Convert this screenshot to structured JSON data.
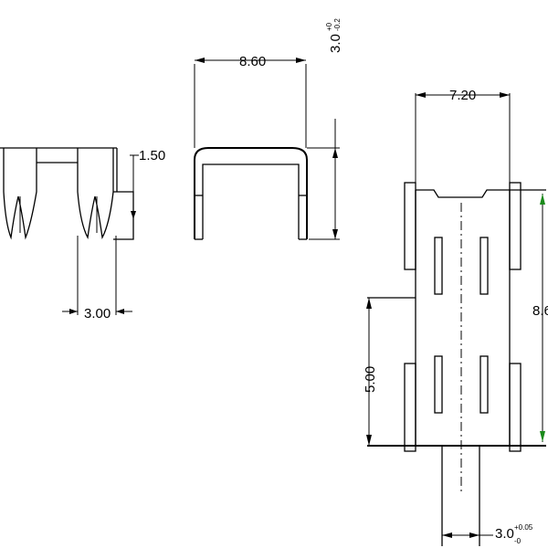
{
  "dimensions": {
    "side_pitch": "3.00",
    "side_height": "1.50",
    "front_width": "8.60",
    "front_height_base": "3.0",
    "front_height_tol_upper": "+0",
    "front_height_tol_lower": "-0.2",
    "top_width": "7.20",
    "top_height": "8.6",
    "top_spacing": "5.00",
    "bottom_base": "3.0",
    "bottom_tol_upper": "+0.05",
    "bottom_tol_lower": "-0"
  }
}
